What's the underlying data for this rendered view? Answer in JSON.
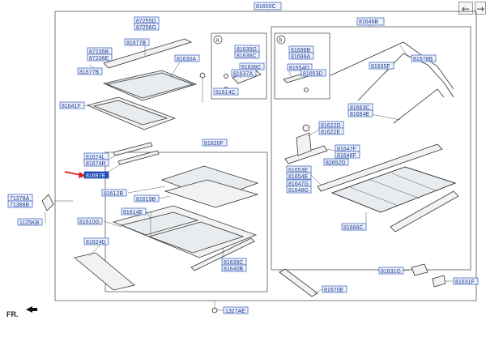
{
  "nav": {
    "back_icon": "←",
    "forward_icon": "→"
  },
  "orientation": "FR.",
  "colors": {
    "label_text": "#1f3a93",
    "label_border": "#2d57b8",
    "highlight": "#1f4bb5",
    "arrow": "#e0201b"
  },
  "insets": {
    "a": "a",
    "b": "b"
  },
  "labels": {
    "p81600C": "81600C",
    "p81646B": "81646B",
    "p87255D": "87255D",
    "p87256G": "87256G",
    "p81677B_top": "81677B",
    "p87235B": "87235B",
    "p87236E": "87236E",
    "p81630A": "81630A",
    "p81677B_mid": "81677B",
    "p81641F": "81641F",
    "p81635G": "81635G",
    "p81636C": "81636C",
    "p81638C": "81638C",
    "p81637A": "81637A",
    "p81614C": "81614C",
    "p81698B": "81698B",
    "p81699A": "81699A",
    "p81654D": "81654D",
    "p81653D": "81653D",
    "p81678B": "81678B",
    "p81635F": "81635F",
    "p81663C": "81663C",
    "p81664E": "81664E",
    "p81674L": "81674L",
    "p81674R": "81674R",
    "p81697E": "81697E",
    "p81820F": "81820F",
    "p81612B": "81612B",
    "p81619B": "81619B",
    "p81614E": "81614E",
    "p81610G": "81610G",
    "p81624D": "81624D",
    "p71378A": "71378A",
    "p71388B": "71388B",
    "p1125KB": "1125KB",
    "p81622D": "81622D",
    "p81622E": "81622E",
    "p81647F": "81647F",
    "p81648F": "81648F",
    "p82652D": "82652D",
    "p81653E": "81653E",
    "p81654E": "81654E",
    "p81647G": "81647G",
    "p81648G": "81648G",
    "p81666C": "81666C",
    "p81639C": "81639C",
    "p81640B": "81640B",
    "p81631G": "81631G",
    "p81631F": "81631F",
    "p81670E": "81670E",
    "p1327AE": "1327AE"
  }
}
